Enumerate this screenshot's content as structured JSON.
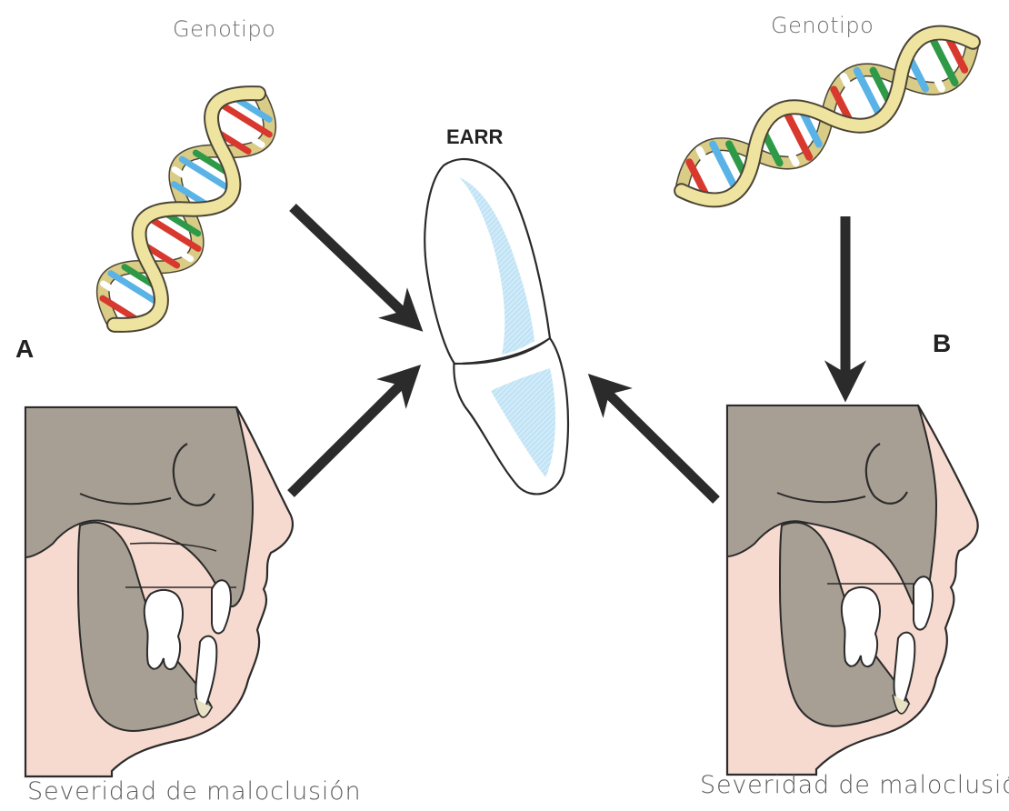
{
  "labels": {
    "genotype_a": "Genotipo",
    "genotype_b": "Genotipo",
    "earr": "EARR",
    "panel_a": "A",
    "panel_b": "B",
    "severity_a": "Severidad de maloclusión",
    "severity_b": "Severidad de maloclusión"
  },
  "colors": {
    "dna_ribbon": "#efe3a0",
    "dna_outline": "#4a4436",
    "base_red": "#d8382e",
    "base_blue": "#5ab3e6",
    "base_green": "#2e9a48",
    "skull_gray": "#a79f94",
    "skin_pink": "#f6d9cf",
    "tooth_blue": "#bfe3f5",
    "arrow": "#2b2b2b"
  }
}
